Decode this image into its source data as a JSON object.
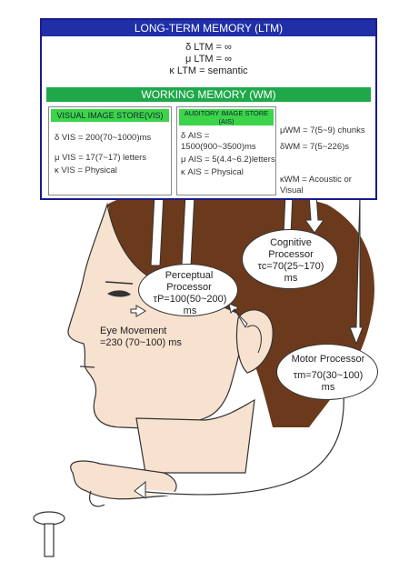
{
  "ltm": {
    "title": "LONG-TERM MEMORY (LTM)",
    "decay": "δ LTM = ∞",
    "capacity": "μ LTM = ∞",
    "type": "κ LTM = semantic"
  },
  "wm": {
    "title": "WORKING MEMORY (WM)",
    "capacity": "μWM = 7(5~9) chunks",
    "decay": "δWM = 7(5~226)s",
    "type": "κWM = Acoustic or Visual"
  },
  "vis": {
    "title": "VISUAL IMAGE STORE(VIS)",
    "decay": "δ VIS = 200(70~1000)ms",
    "capacity": "μ VIS = 17(7~17) letters",
    "type": "κ VIS = Physical"
  },
  "ais": {
    "title": "AUDITORY IMAGE STORE (AIS)",
    "decay": "δ AIS = 1500(900~3500)ms",
    "capacity": "μ AIS = 5(4.4~6.2)letters",
    "type": "κ AIS = Physical"
  },
  "perceptual": {
    "name": "Perceptual Processor",
    "time": "τP=100(50~200) ms"
  },
  "cognitive": {
    "name": "Cognitive Processor",
    "time": "τc=70(25~170) ms"
  },
  "motor": {
    "name": "Motor Processor",
    "time": "τm=70(30~100) ms"
  },
  "eye": {
    "name": "Eye Movement",
    "time": "=230 (70~100) ms"
  },
  "colors": {
    "ltm_header": "#1f2fa8",
    "wm_header": "#1fa84a",
    "store_title": "#3bd44a",
    "hair": "#6b3a1c",
    "skin": "#f7e1cf"
  }
}
